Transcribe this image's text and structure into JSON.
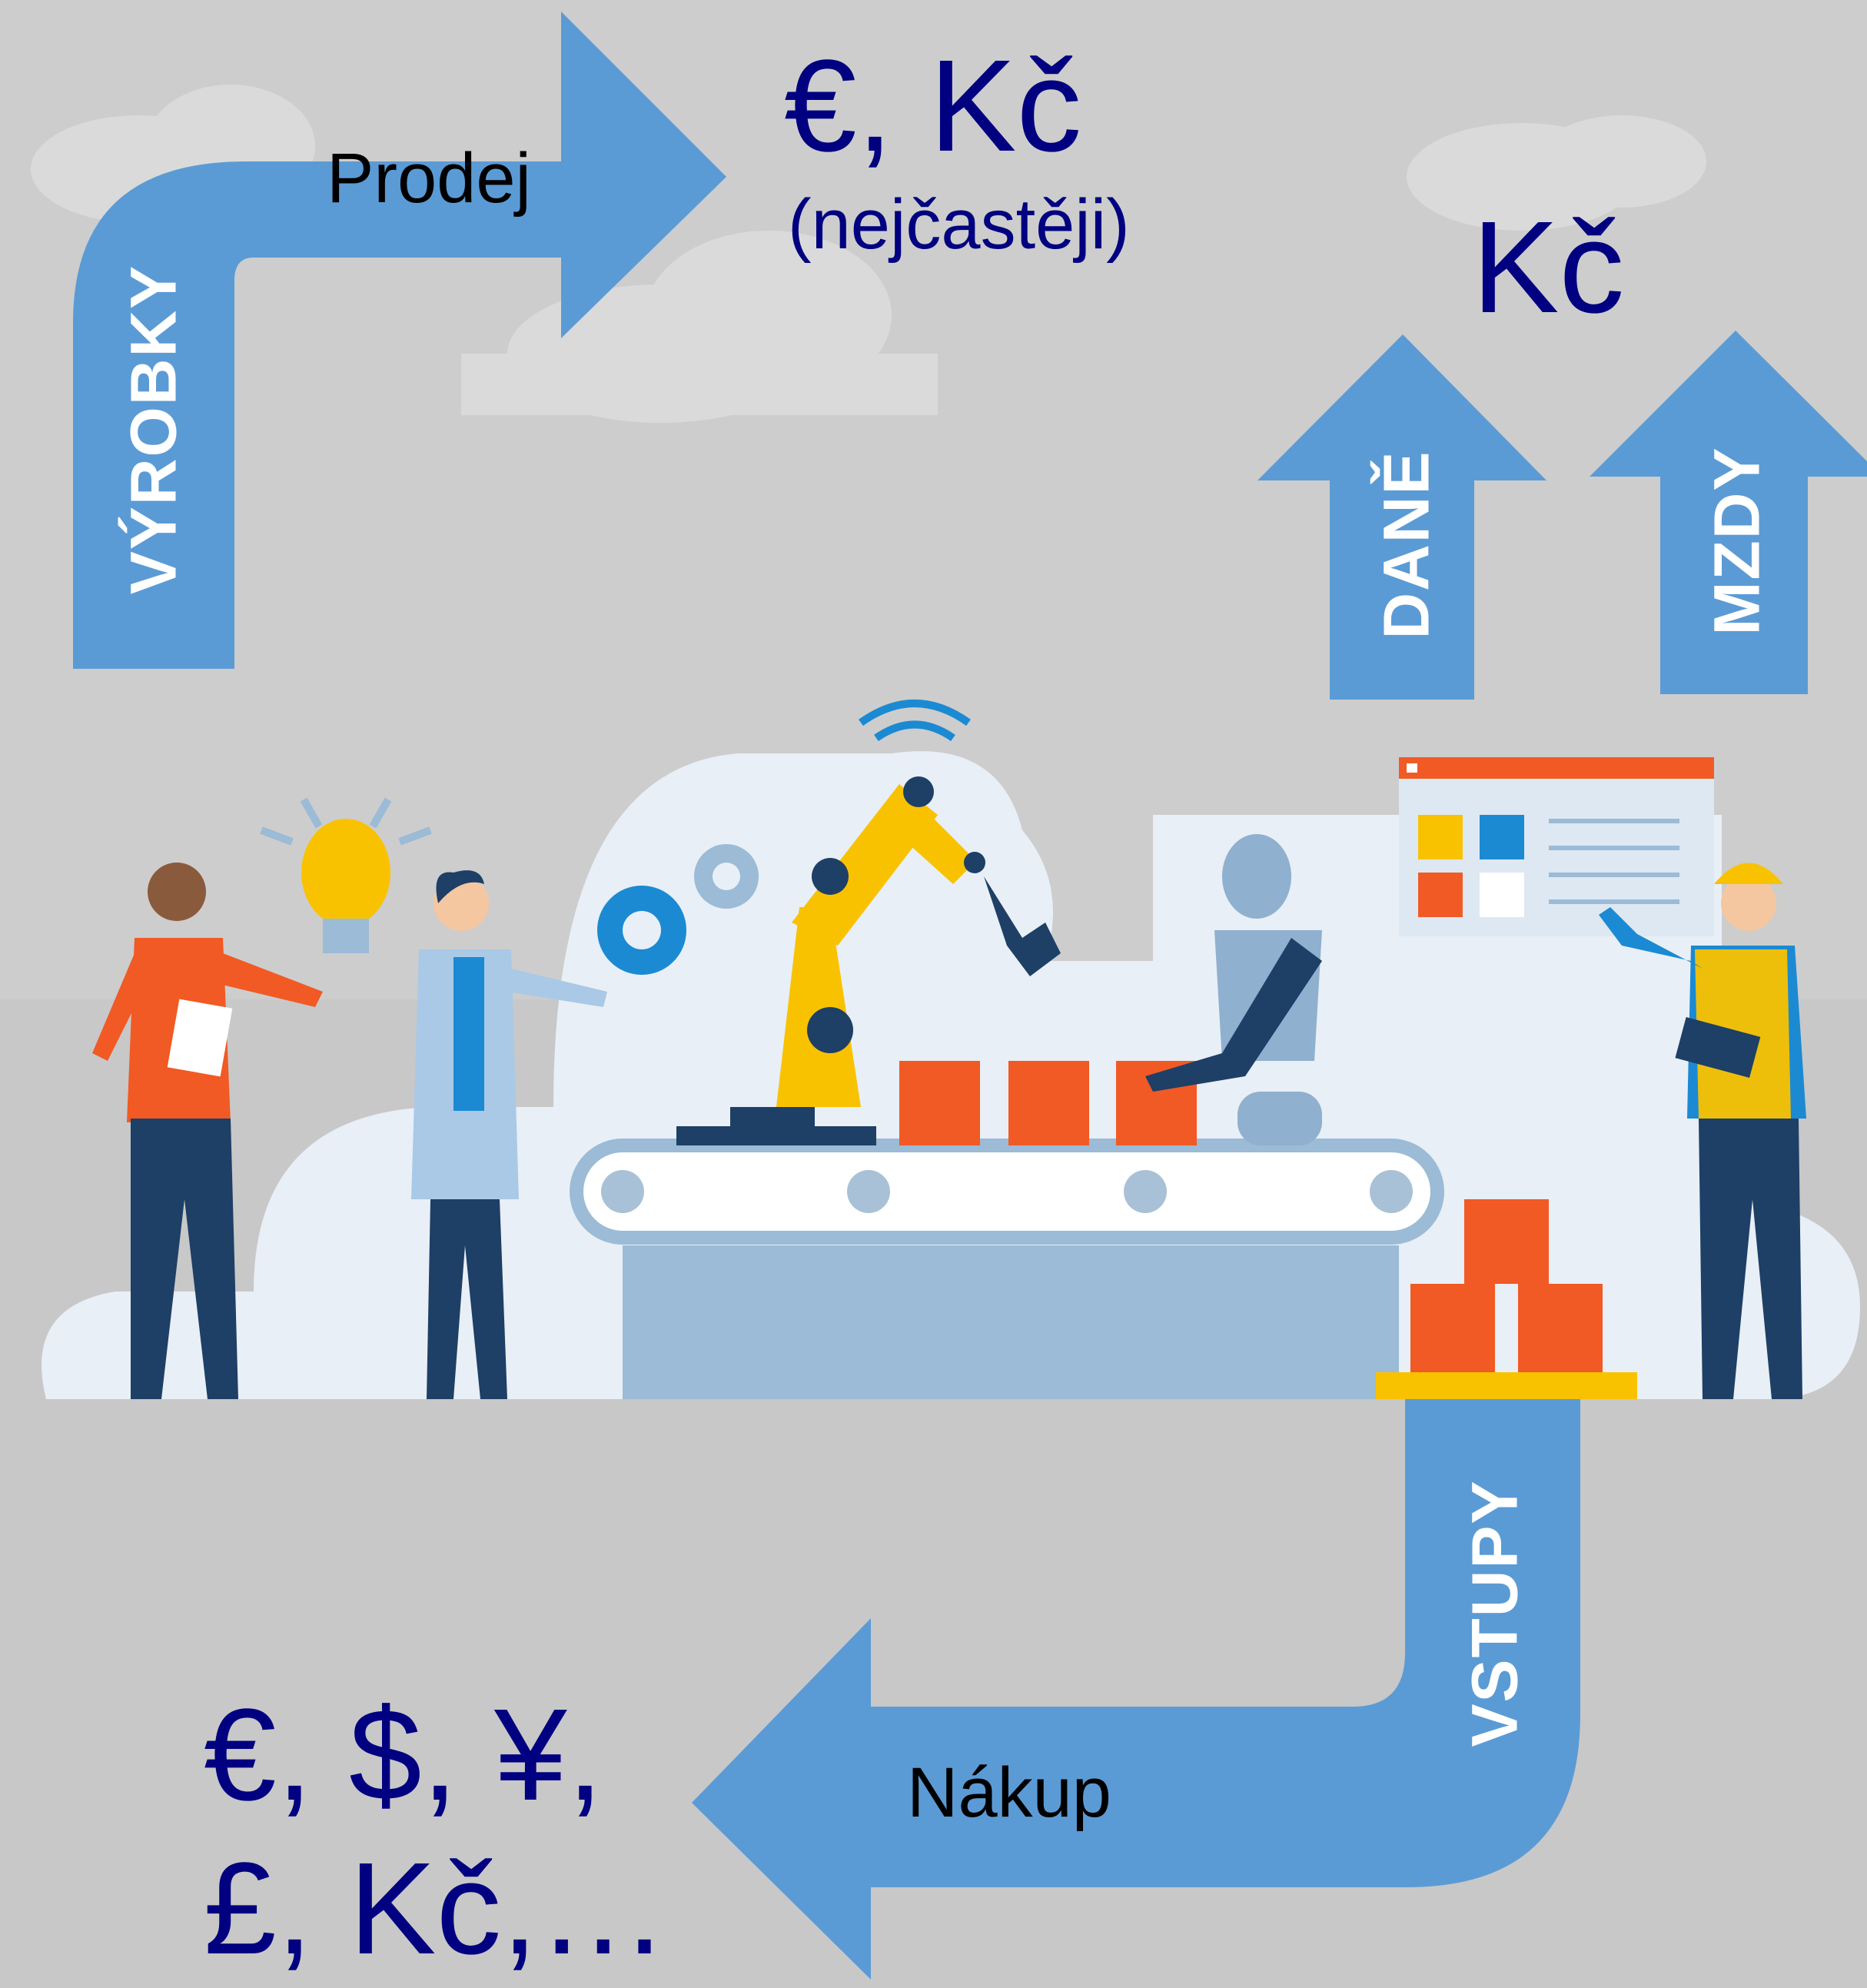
{
  "top": {
    "sale_label": "Prodej",
    "sale_currency": "€, Kč",
    "sale_note": "(nejčastěji)",
    "outputs_word": "VÝROBKY"
  },
  "right": {
    "currency": "Kč",
    "taxes_word": "DANĚ",
    "wages_word": "MZDY"
  },
  "bottom": {
    "purchase_label": "Nákup",
    "inputs_word": "VSTUPY",
    "currencies_line1": "€, $, ¥,",
    "currencies_line2": "£, Kč,…"
  },
  "colors": {
    "arrow": "#5b9bd5",
    "currency_text": "#000080",
    "accent_orange": "#f15a24",
    "accent_yellow": "#f9c200"
  }
}
